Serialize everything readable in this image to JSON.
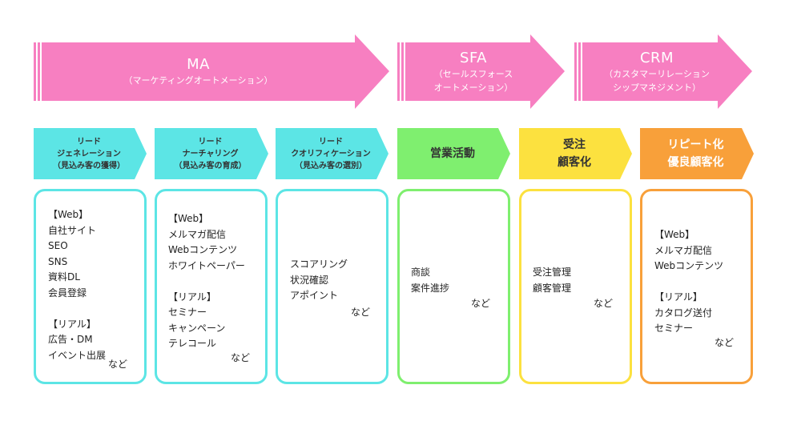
{
  "colors": {
    "pink": "#f77fc1",
    "cyan": "#5ce5e5",
    "green": "#7fef6f",
    "yellow": "#fce13f",
    "orange": "#f8a03a"
  },
  "phases": [
    {
      "title": "MA",
      "subtitle": "（マーケティングオートメーション）"
    },
    {
      "title": "SFA",
      "subtitle": "（セールスフォース\nオートメーション）"
    },
    {
      "title": "CRM",
      "subtitle": "（カスタマーリレーション\nシップマネジメント）"
    }
  ],
  "stages": [
    {
      "label": "リード\nジェネレーション\n（見込み客の獲得）"
    },
    {
      "label": "リード\nナーチャリング\n（見込み客の育成）"
    },
    {
      "label": "リード\nクオリフィケーション\n（見込み客の選別）"
    },
    {
      "label": "営業活動"
    },
    {
      "label": "受注\n顧客化"
    },
    {
      "label": "リピート化\n優良顧客化"
    }
  ],
  "boxes": [
    {
      "text": "【Web】\n自社サイト\nSEO\nSNS\n資料DL\n会員登録\n\n【リアル】\n広告・DM\nイベント出展",
      "etc": "など"
    },
    {
      "text": "【Web】\nメルマガ配信\nWebコンテンツ\nホワイトペーパー\n\n【リアル】\nセミナー\nキャンペーン\nテレコール",
      "etc": "など"
    },
    {
      "text": "スコアリング\n状況確認\nアポイント",
      "etc": "など"
    },
    {
      "text": "商談\n案件進捗",
      "etc": "など"
    },
    {
      "text": "受注管理\n顧客管理",
      "etc": "など"
    },
    {
      "text": "【Web】\nメルマガ配信\nWebコンテンツ\n\n【リアル】\nカタログ送付\nセミナー",
      "etc": "など"
    }
  ]
}
